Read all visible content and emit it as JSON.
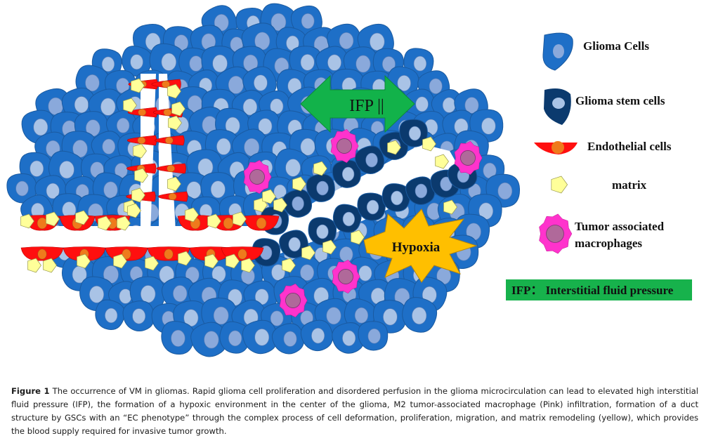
{
  "figure": {
    "colors": {
      "glioma_cell": "#1e6fc7",
      "glioma_cell_stroke": "#1a5aa0",
      "stem_cell": "#0b3a6e",
      "nucleus": "#a9c3e6",
      "nucleus_alt": "#8aa9db",
      "endothelial": "#ff0f0f",
      "endothelial_nucleus": "#ef7a1c",
      "matrix": "#ffff99",
      "matrix_stroke": "#9a9a50",
      "macrophage": "#ff33cc",
      "macrophage_nucleus": "#b0699a",
      "ifp_arrow": "#12b24a",
      "hypoxia": "#ffbf00",
      "legend_box": "#17b24c"
    },
    "ifp_arrow_label": "IFP ||",
    "hypoxia_label": "Hypoxia",
    "legend": {
      "items": [
        {
          "icon": "glioma-cell",
          "label": "Glioma Cells"
        },
        {
          "icon": "glioma-stem-cell",
          "label": "Glioma stem cells"
        },
        {
          "icon": "endothelial-cell",
          "label": "Endothelial cells"
        },
        {
          "icon": "matrix",
          "label": "matrix"
        },
        {
          "icon": "macrophage",
          "label_lines": [
            "Tumor associated",
            "macrophages"
          ]
        }
      ],
      "ifp_box_label": "IFP： Interstitial fluid pressure"
    }
  },
  "caption": {
    "label": "Figure 1",
    "text": "The occurrence of VM in gliomas. Rapid glioma cell proliferation and disordered perfusion in the glioma microcirculation can lead to elevated high interstitial fluid pressure (IFP), the formation of a hypoxic environment in the center of the glioma, M2 tumor-associated macrophage (Pink) infiltration, formation of a duct structure by GSCs with an “EC phenotype” through the complex process of cell deformation, proliferation, migration, and matrix remodeling (yellow), which provides the blood supply required for invasive tumor growth."
  }
}
